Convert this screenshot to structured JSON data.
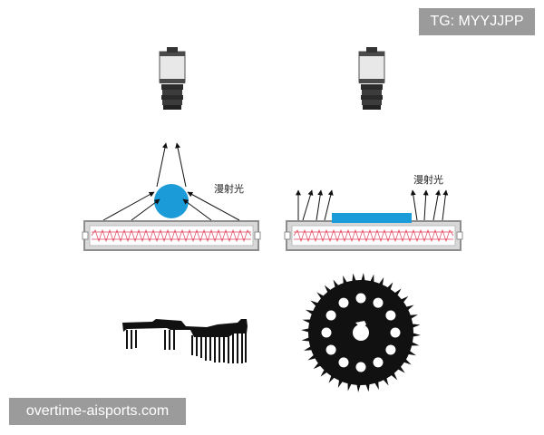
{
  "watermark_top": "TG: MYYJJPP",
  "watermark_bottom": "overtime-aisports.com",
  "left_panel": {
    "light_label": "漫射光"
  },
  "right_panel": {
    "light_label": "漫射光"
  },
  "colors": {
    "object_blue": "#1b9bd7",
    "tray_gray": "#8e8e8e",
    "led_red": "#e0415a",
    "silhouette": "#111111",
    "badge_gray": "#9b9b9b"
  },
  "icons": [
    "camera-icon",
    "sphere-object",
    "flat-object",
    "led-backlight",
    "comb-part-silhouette",
    "gear-silhouette"
  ]
}
